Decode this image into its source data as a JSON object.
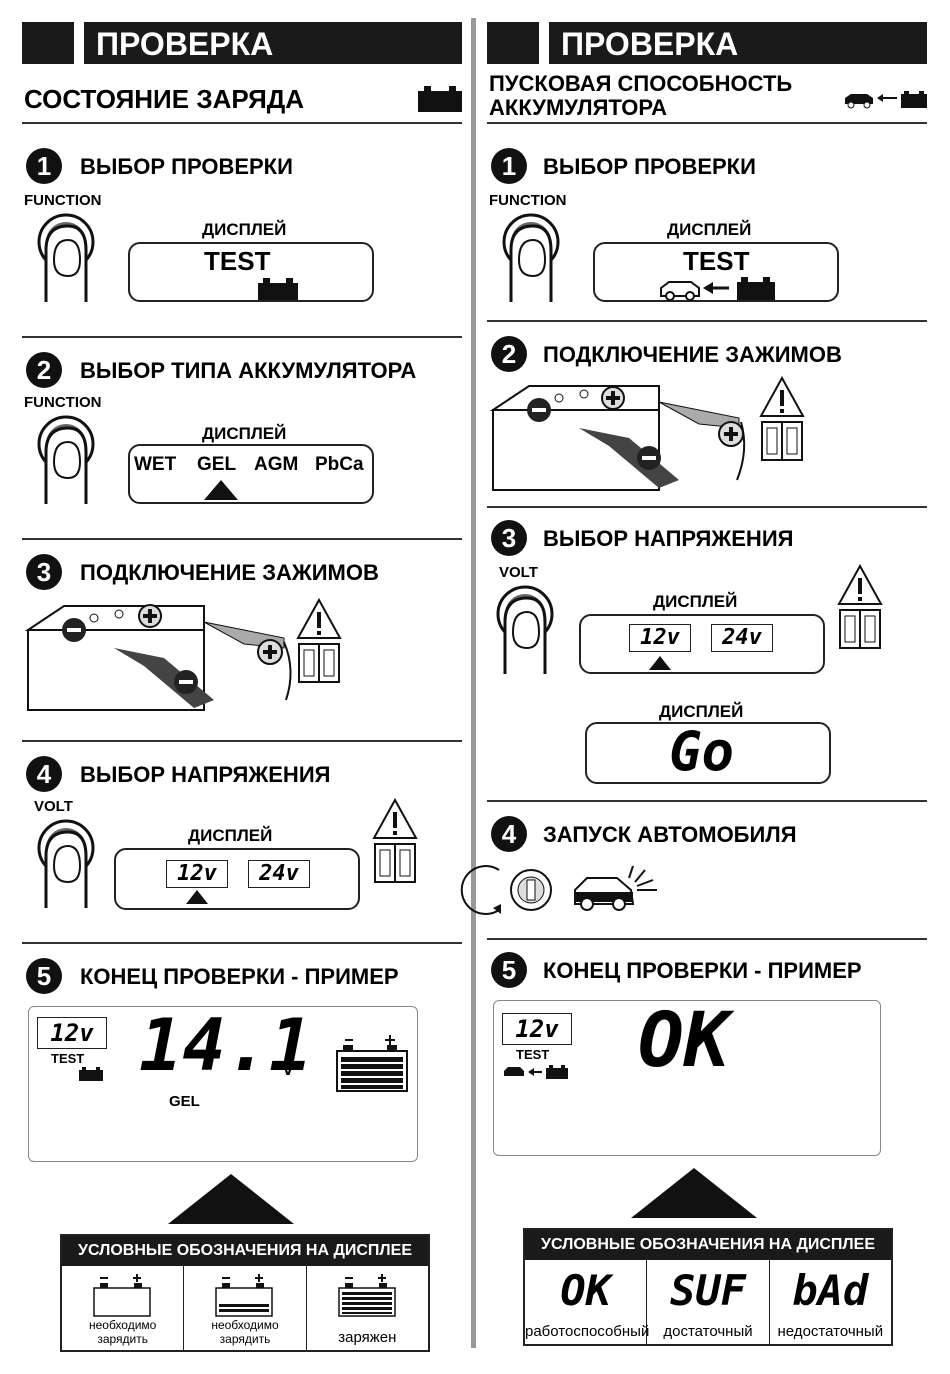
{
  "left": {
    "header": "ПРОВЕРКА",
    "subtitle": "СОСТОЯНИЕ ЗАРЯДА",
    "steps": [
      {
        "num": "1",
        "title": "ВЫБОР ПРОВЕРКИ",
        "button": "FUNCTION",
        "display_label": "ДИСПЛЕЙ",
        "display_text": "TEST"
      },
      {
        "num": "2",
        "title": "ВЫБОР ТИПА АККУМУЛЯТОРА",
        "button": "FUNCTION",
        "display_label": "ДИСПЛЕЙ",
        "types": [
          "WET",
          "GEL",
          "AGM",
          "PbCa"
        ]
      },
      {
        "num": "3",
        "title": "ПОДКЛЮЧЕНИЕ ЗАЖИМОВ"
      },
      {
        "num": "4",
        "title": "ВЫБОР НАПРЯЖЕНИЯ",
        "button": "VOLT",
        "display_label": "ДИСПЛЕЙ",
        "v12": "12v",
        "v24": "24v"
      },
      {
        "num": "5",
        "title": "КОНЕЦ ПРОВЕРКИ - ПРИМЕР",
        "volt": "12v",
        "test": "TEST",
        "reading": "14.1",
        "unit": "v",
        "type": "GEL"
      }
    ],
    "legend": {
      "title": "УСЛОВНЫЕ ОБОЗНАЧЕНИЯ НА ДИСПЛЕЕ",
      "items": [
        "необходимо зарядить",
        "необходимо зарядить",
        "заряжен"
      ]
    }
  },
  "right": {
    "header": "ПРОВЕРКА",
    "subtitle_line1": "ПУСКОВАЯ СПОСОБНОСТЬ",
    "subtitle_line2": "АККУМУЛЯТОРА",
    "steps": [
      {
        "num": "1",
        "title": "ВЫБОР ПРОВЕРКИ",
        "button": "FUNCTION",
        "display_label": "ДИСПЛЕЙ",
        "display_text": "TEST"
      },
      {
        "num": "2",
        "title": "ПОДКЛЮЧЕНИЕ ЗАЖИМОВ"
      },
      {
        "num": "3",
        "title": "ВЫБОР НАПРЯЖЕНИЯ",
        "button": "VOLT",
        "display_label": "ДИСПЛЕЙ",
        "v12": "12v",
        "v24": "24v",
        "display_label2": "ДИСПЛЕЙ",
        "go": "Go"
      },
      {
        "num": "4",
        "title": "ЗАПУСК АВТОМОБИЛЯ"
      },
      {
        "num": "5",
        "title": "КОНЕЦ ПРОВЕРКИ - ПРИМЕР",
        "volt": "12v",
        "test": "TEST",
        "result": "OK"
      }
    ],
    "legend": {
      "title": "УСЛОВНЫЕ ОБОЗНАЧЕНИЯ НА ДИСПЛЕЕ",
      "symbols": [
        "OK",
        "SUF",
        "bAd"
      ],
      "items": [
        "работоспособный",
        "достаточный",
        "недостаточный"
      ]
    }
  }
}
